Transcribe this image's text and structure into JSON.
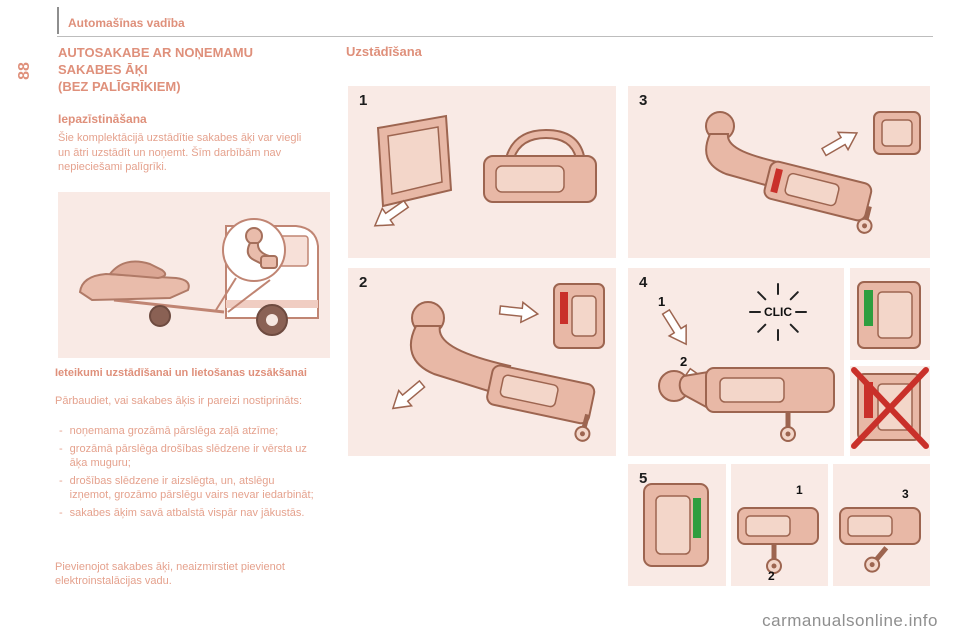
{
  "page": {
    "header": "Automašīnas vadība",
    "page_number": "88",
    "watermark": "carmanualsonline.info"
  },
  "left": {
    "title_lines": [
      "AUTOSAKABE AR NOŅEMAMU",
      "SAKABES ĀĶI",
      "(BEZ PALĪGRĪKIEM)"
    ],
    "intro_heading": "Iepazīstināšana",
    "intro_text": "Šie komplektācijā uzstādītie sakabes āķi var viegli un ātri uzstādīt un noņemt. Šīm darbībām nav nepieciešami palīgrīki.",
    "advice_heading": "Ieteikumi uzstādīšanai un lietošanas uzsākšanai",
    "check_intro": "Pārbaudiet, vai sakabes āķis ir pareizi nostiprināts:",
    "bullets": [
      "noņemama grozāmā pārslēga zaļā atzīme;",
      "grozāmā pārslēga drošības slēdzene ir vērsta uz āķa muguru;",
      "drošības slēdzene ir aizslēgta, un, atslēgu izņemot, grozāmo pārslēgu vairs nevar iedarbināt;",
      "sakabes āķim savā atbalstā vispār nav jākustās."
    ],
    "footer_note": "Pievienojot sakabes āķi, neaizmirstiet pievienot elektroinstalācijas vadu."
  },
  "right": {
    "heading": "Uzstādīšana",
    "steps": [
      "1",
      "2",
      "3",
      "4",
      "5"
    ],
    "clic_label": "CLIC",
    "substeps4": [
      "1",
      "2"
    ],
    "substeps5": [
      "1",
      "2",
      "3"
    ]
  },
  "colors": {
    "accent_heading": "#df907b",
    "accent_body": "#e5a28e",
    "panel_bg": "#f9eae5",
    "outline": "#9d6550",
    "red": "#c9302a",
    "green": "#2f9e3f"
  }
}
